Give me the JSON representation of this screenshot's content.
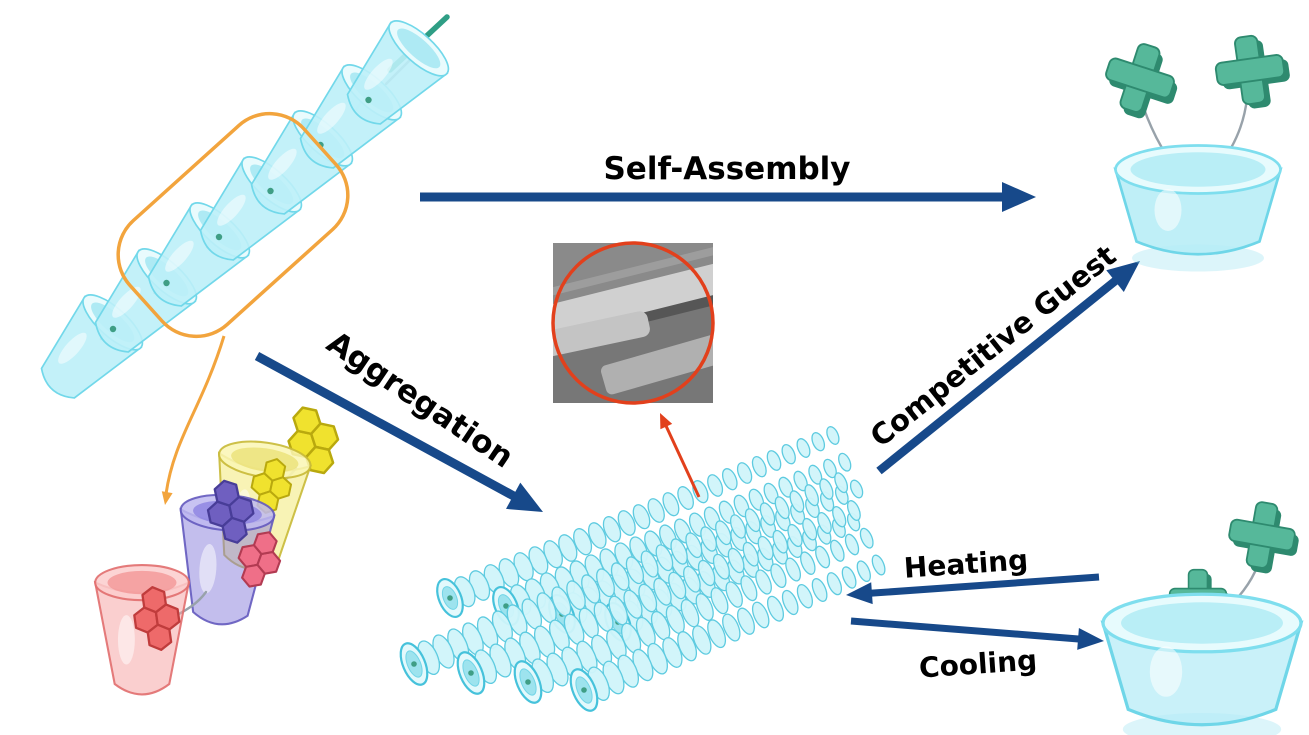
{
  "labels": {
    "self_assembly": "Self-Assembly",
    "aggregation": "Aggregation",
    "competitive_guest": "Competitive Guest",
    "heating": "Heating",
    "cooling": "Cooling"
  },
  "colors": {
    "background": "#ffffff",
    "arrow_blue": "#17498a",
    "highlight_orange": "#f2a43d",
    "accent_red": "#e2401c",
    "cup_cyan_fill": "#cdf3fa",
    "cup_cyan_stroke": "#5ecbe0",
    "guest_green": "#56b89a",
    "guest_green_dark": "#2e8a6f",
    "dye_yellow": "#f0e22e",
    "dye_purple": "#6f5fc0",
    "dye_red": "#ee6a6a",
    "text": "#000000"
  }
}
